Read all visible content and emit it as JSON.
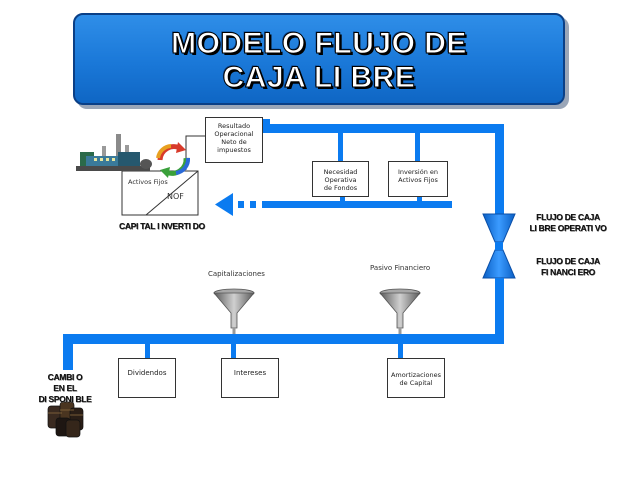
{
  "title": {
    "line1": "MODELO FLUJO DE",
    "line2": "CAJA LI BRE"
  },
  "boxes": {
    "resultado": [
      "Resultado",
      "Operacional",
      "Neto de",
      "impuestos"
    ],
    "necesidad": [
      "Necesidad",
      "Operativa",
      "de Fondos"
    ],
    "inversion": [
      "Inversión en",
      "Activos Fijos"
    ],
    "activos_fijos": "Activos Fijos",
    "nof": "NOF",
    "dividendos": "Dividendos",
    "intereses": "Intereses",
    "amortizaciones": [
      "Amortizaciones",
      "de Capital"
    ]
  },
  "labels": {
    "capital_invertido": "CAPI TAL I NVERTI DO",
    "flujo_operativo": [
      "FLUJO DE CAJA",
      "LI BRE OPERATI VO"
    ],
    "flujo_financiero": [
      "FLUJO DE CAJA",
      "FI NANCI ERO"
    ],
    "capitalizaciones": "Capitalizaciones",
    "pasivo_financiero": "Pasivo Financiero",
    "cambio_disponible": [
      "CAMBI O",
      "EN EL",
      "DI SPONI BLE"
    ]
  },
  "colors": {
    "flow": "#0b7bf0",
    "title_bg": "#1a78d8",
    "arrow_green": "#3aa03a",
    "arrow_red": "#d83a2a",
    "funnel": "#8a8a8a"
  },
  "icons": [
    "factory-icon",
    "cycle-arrows-icon",
    "funnel-icon",
    "hourglass-valve-icon",
    "barrels-icon"
  ]
}
